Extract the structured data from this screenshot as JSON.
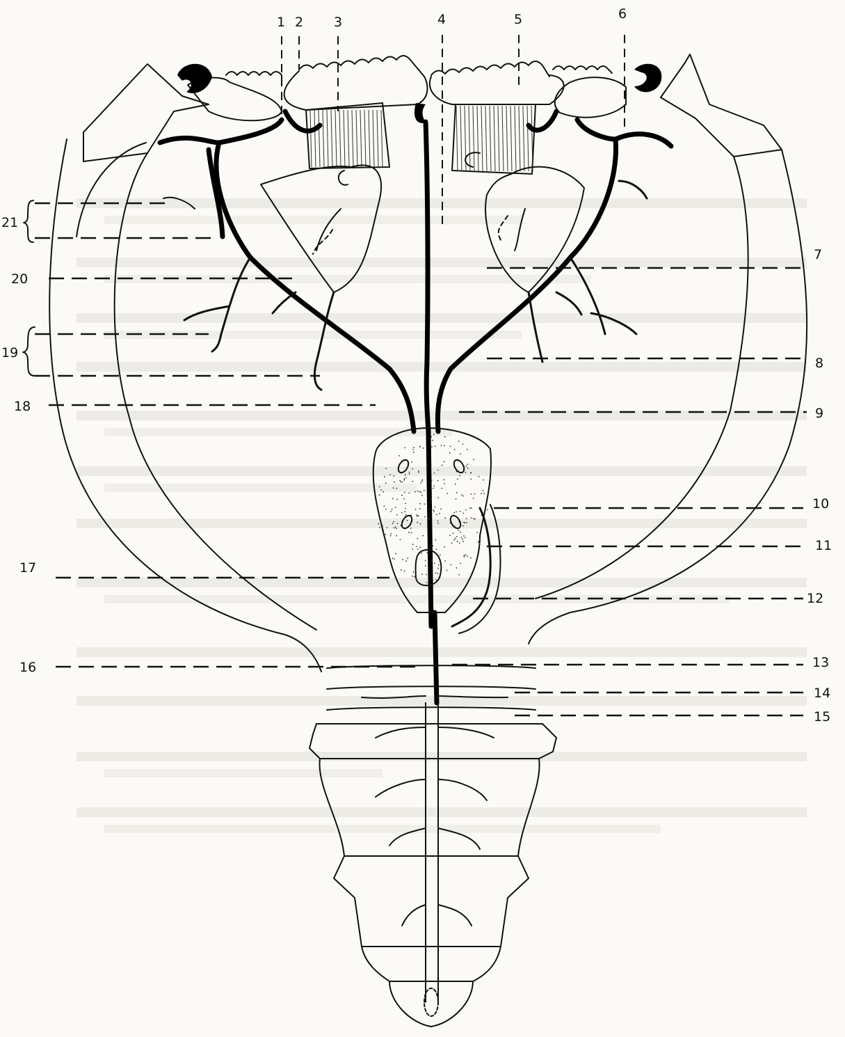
{
  "labels": {
    "l1": "1",
    "l2": "2",
    "l3": "3",
    "l4": "4",
    "l5": "5",
    "l6": "6",
    "l7": "7",
    "l8": "8",
    "l9": "9",
    "l10": "10",
    "l11": "11",
    "l12": "12",
    "l13": "13",
    "l14": "14",
    "l15": "15",
    "l16": "16",
    "l17": "17",
    "l18": "18",
    "l19": "19",
    "l20": "20",
    "l21": "21"
  },
  "colors": {
    "ink": "#111111",
    "paper": "#fbfaf6",
    "ghost_text": "#b9b6ae"
  }
}
